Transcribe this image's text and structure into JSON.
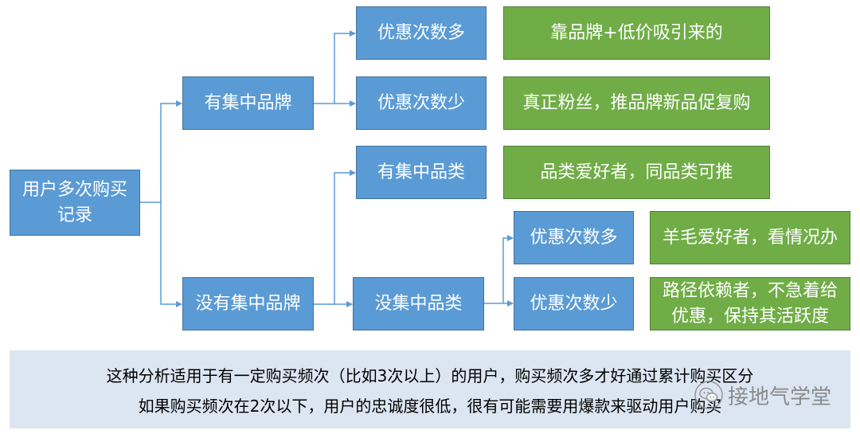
{
  "colors": {
    "blue_box": "#5b9bd5",
    "green_box": "#70ad47",
    "connector": "#5b9bd5",
    "note_bg": "#dce6f2"
  },
  "nodes": {
    "root": [
      "用户多次购买",
      "记录"
    ],
    "has_brand": "有集中品牌",
    "no_brand": "没有集中品牌",
    "brand_discount_many": "优惠次数多",
    "brand_discount_few": "优惠次数少",
    "has_category": "有集中品类",
    "no_category": "没集中品类",
    "cat_discount_many": "优惠次数多",
    "cat_discount_few": "优惠次数少"
  },
  "outcomes": {
    "brand_discount_many": "靠品牌+低价吸引来的",
    "brand_discount_few": "真正粉丝，推品牌新品促复购",
    "has_category": "品类爱好者，同品类可推",
    "cat_discount_many": "羊毛爱好者，看情况办",
    "cat_discount_few": [
      "路径依赖者，不急着给",
      "优惠，保持其活跃度"
    ]
  },
  "note": {
    "lines": [
      "这种分析适用于有一定购买频次（比如3次以上）的用户，购买频次多才好通过累计购买区分",
      "如果购买频次在2次以下，用户的忠诚度很低，很有可能需要用爆款来驱动用户购买"
    ]
  },
  "watermark": {
    "icon": "wechat-icon",
    "text": "接地气学堂"
  }
}
